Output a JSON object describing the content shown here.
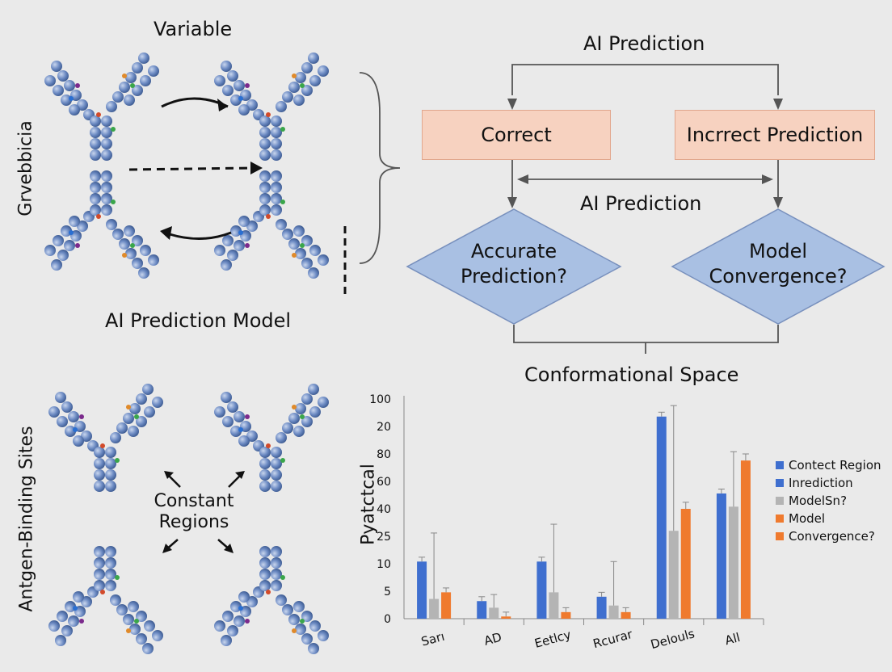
{
  "left_top": {
    "title": "Variable",
    "side_label": "Grvebbicia",
    "caption": "AI Prediction Model"
  },
  "left_bottom": {
    "side_label": "Antgen-Binding Sites",
    "center_label_1": "Constant",
    "center_label_2": "Regions"
  },
  "flow": {
    "top_label": "AI Prediction",
    "box_left": "Correct",
    "box_right": "Incrrect Prediction",
    "mid_label": "AI Prediction",
    "diamond_left_1": "Accurate",
    "diamond_left_2": "Prediction?",
    "diamond_right_1": "Model",
    "diamond_right_2": "Convergence?",
    "bottom_label": "Conformational Space"
  },
  "colors": {
    "blue": "#3f6fcf",
    "gray": "#b4b4b4",
    "orange": "#ef7a2e",
    "box_fill": "#f7d2c0",
    "diamond_fill": "#a9c0e3"
  },
  "chart_data": {
    "type": "bar",
    "ylabel": "Pyatctcal",
    "y_tick_labels": [
      "100",
      "20",
      "80",
      "60",
      "40",
      "25",
      "10",
      "5",
      "0"
    ],
    "categories": [
      "Sarı",
      "AD",
      "Eetlcy",
      "Rcurar",
      "Delouls",
      "All"
    ],
    "series": [
      {
        "name": "Contect Region",
        "color": "#3f6fcf",
        "values": [
          26,
          8,
          26,
          10,
          92,
          57
        ],
        "err": [
          2,
          2,
          2,
          2,
          2,
          2
        ]
      },
      {
        "name": "ModelSn?",
        "color": "#b4b4b4",
        "values": [
          9,
          5,
          12,
          6,
          40,
          51
        ],
        "err": [
          30,
          6,
          31,
          20,
          57,
          25
        ]
      },
      {
        "name": "Model",
        "color": "#ef7a2e",
        "values": [
          12,
          1,
          3,
          3,
          50,
          72
        ],
        "err": [
          2,
          2,
          2,
          2,
          3,
          3
        ]
      }
    ],
    "legend": [
      "Contect Region",
      "Inrediction",
      "ModelSn?",
      "Model",
      "Convergence?"
    ],
    "legend_colors": [
      "#3f6fcf",
      "#3f6fcf",
      "#b4b4b4",
      "#ef7a2e",
      "#ef7a2e"
    ],
    "ylim": [
      0,
      100
    ]
  }
}
